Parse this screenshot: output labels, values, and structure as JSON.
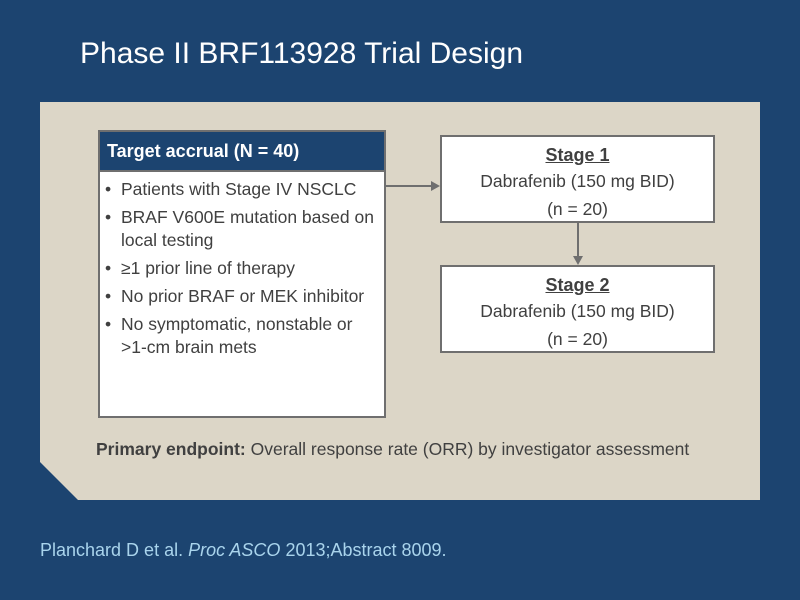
{
  "slide": {
    "title": "Phase II BRF113928 Trial Design"
  },
  "accrual": {
    "header": "Target accrual (N = 40)",
    "criteria": [
      "Patients with Stage IV NSCLC",
      "BRAF V600E mutation based on local testing",
      "≥1 prior line of therapy",
      "No prior BRAF or MEK inhibitor",
      "No symptomatic, nonstable or >1-cm brain mets"
    ]
  },
  "stages": [
    {
      "title": "Stage 1",
      "treatment": "Dabrafenib (150 mg BID)",
      "n": "(n = 20)"
    },
    {
      "title": "Stage 2",
      "treatment": "Dabrafenib (150 mg BID)",
      "n": "(n = 20)"
    }
  ],
  "endpoint": {
    "label": "Primary endpoint:",
    "text": " Overall response rate (ORR) by investigator assessment"
  },
  "citation": {
    "authors": "Planchard D et al. ",
    "journal": "Proc ASCO",
    "detail": " 2013;Abstract 8009."
  },
  "colors": {
    "background": "#1c4470",
    "panel": "#dcd6c7",
    "header_fill": "#1c4470",
    "border": "#6f6f6f",
    "body_text": "#404040",
    "citation_text": "#a9d4ec"
  }
}
